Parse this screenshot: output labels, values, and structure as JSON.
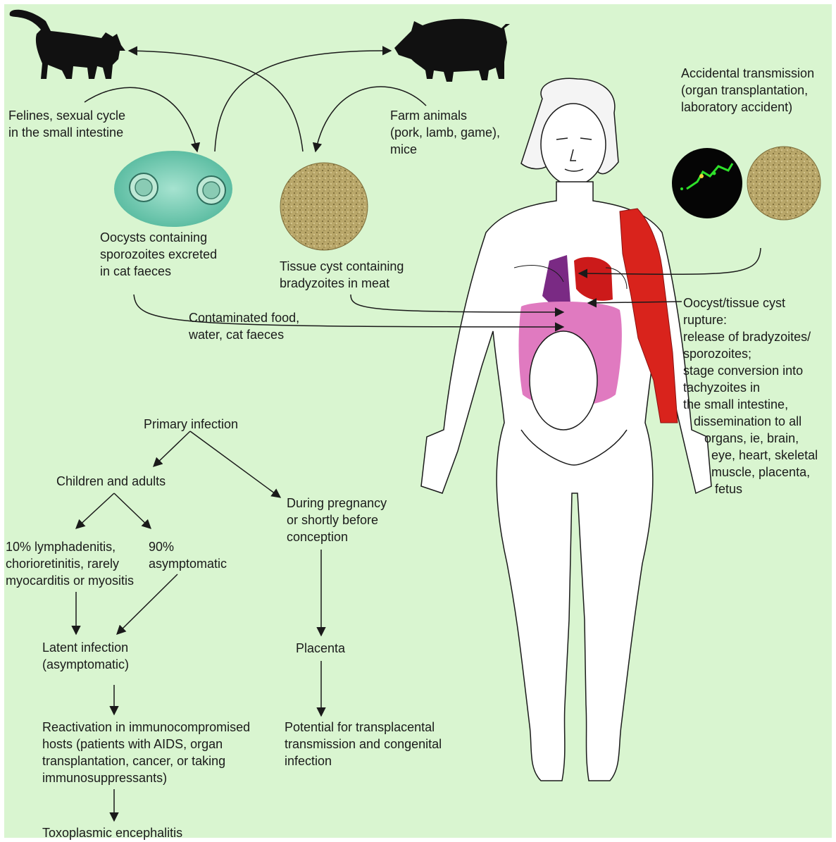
{
  "labels": {
    "felines": "Felines, sexual cycle\nin the small intestine",
    "farm": "Farm animals\n(pork, lamb, game),\nmice",
    "accidental": "Accidental transmission\n(organ transplantation,\nlaboratory accident)",
    "oocysts": "Oocysts containing\nsporozoites excreted\nin cat faeces",
    "tissue_cyst": "Tissue cyst containing\nbradyzoites in meat",
    "contaminated": "Contaminated food,\nwater, cat faeces",
    "rupture": "Oocyst/tissue cyst\nrupture:\nrelease of bradyzoites/\nsporozoites;\nstage conversion into\ntachyzoites in\nthe small intestine,\n   dissemination to all\n      organs, ie, brain,\n        eye, heart, skeletal\n        muscle, placenta,\n         fetus",
    "primary": "Primary infection",
    "children": "Children and adults",
    "ten_percent": "10% lymphadenitis,\nchorioretinitis, rarely\nmyocarditis or myositis",
    "ninety_percent": "90%\nasymptomatic",
    "pregnancy": "During pregnancy\nor shortly before\nconception",
    "latent": "Latent infection\n(asymptomatic)",
    "placenta": "Placenta",
    "reactivation": "Reactivation in immunocompromised\nhosts (patients with AIDS, organ\ntransplantation, cancer, or taking\nimmunosuppressants)",
    "transplacental": "Potential for transplacental\ntransmission and congenital\ninfection",
    "encephalitis": "Toxoplasmic encephalitis"
  },
  "colors": {
    "background": "#d9f5d0",
    "ink": "#1a1a1a",
    "oocyst_fill": "#6cc7b0",
    "cyst_fill": "#b9a76a",
    "organ_purple": "#7a2a84",
    "organ_pink": "#e07ac0",
    "organ_red": "#cc1a1a",
    "muscle_red": "#d9231c",
    "micro_green": "#2ee02a"
  },
  "icons": [
    "cat-silhouette-icon",
    "pig-silhouette-icon",
    "woman-body-icon"
  ]
}
